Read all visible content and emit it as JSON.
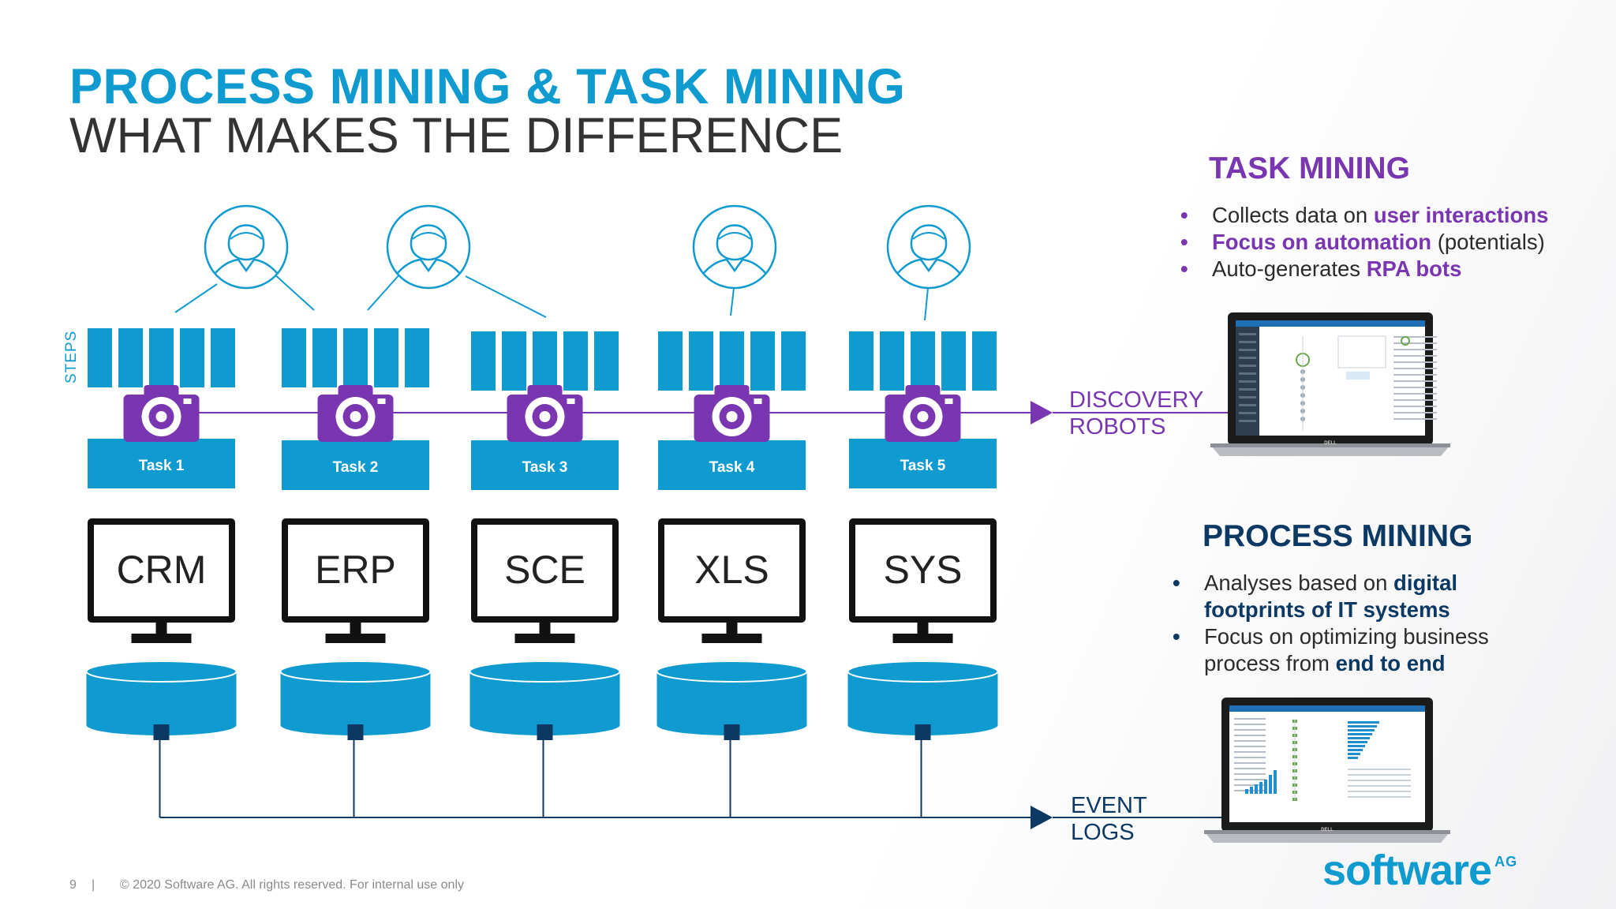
{
  "title": {
    "line1": "PROCESS MINING & TASK MINING",
    "line2": "WHAT MAKES THE DIFFERENCE"
  },
  "task_mining": {
    "title": "TASK MINING",
    "bullets": [
      {
        "parts": [
          {
            "text": "Collects data on "
          },
          {
            "text": "user interactions",
            "hl": true
          }
        ]
      },
      {
        "parts": [
          {
            "text": "Focus on automation",
            "hl": true
          },
          {
            "text": " (potentials)"
          }
        ]
      },
      {
        "parts": [
          {
            "text": "Auto-generates "
          },
          {
            "text": "RPA bots",
            "hl": true
          }
        ]
      }
    ]
  },
  "process_mining": {
    "title": "PROCESS MINING",
    "bullets": [
      {
        "parts": [
          {
            "text": "Analyses based on "
          },
          {
            "text": "digital footprints of IT systems",
            "hl": true
          }
        ]
      },
      {
        "parts": [
          {
            "text": "Focus on optimizing business process from "
          },
          {
            "text": "end to end",
            "hl": true
          }
        ]
      }
    ]
  },
  "diagram": {
    "steps_label": "STEPS",
    "tasks": [
      "Task 1",
      "Task 2",
      "Task 3",
      "Task 4",
      "Task 5"
    ],
    "systems": [
      "CRM",
      "ERP",
      "SCE",
      "XLS",
      "SYS"
    ],
    "discovery_label": [
      "DISCOVERY",
      "ROBOTS"
    ],
    "event_label": [
      "EVENT",
      "LOGS"
    ]
  },
  "laptop_brand": "DELL",
  "footer": {
    "page": "9",
    "separator": "|",
    "copyright": "© 2020 Software AG. All rights reserved. For internal use only"
  },
  "logo": {
    "word": "software",
    "suffix": "AG"
  },
  "colors": {
    "blue": "#0f9bd0",
    "purple": "#7a36b0",
    "navy": "#0c3864",
    "dark": "#333333"
  },
  "bullet_glyph": "•"
}
